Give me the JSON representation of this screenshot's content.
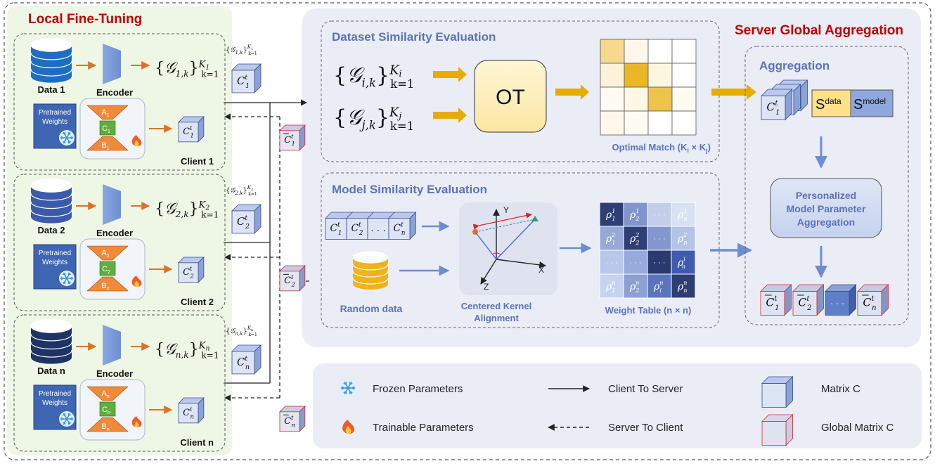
{
  "left_panel": {
    "title": "Local Fine-Tuning",
    "clients": [
      {
        "data_label": "Data 1",
        "encoder_label": "Encoder",
        "weights_label": [
          "Pretrained",
          "Weights"
        ],
        "client_label": "Client 1",
        "sub": "1",
        "lora": {
          "a": "A",
          "c": "C",
          "b": "B",
          "sub": "1"
        },
        "set_sub": "1,k",
        "set_sup": "K",
        "set_sup_sub": "1",
        "matrix_sub": "1"
      },
      {
        "data_label": "Data 2",
        "encoder_label": "Encoder",
        "weights_label": [
          "Pretrained",
          "Weights"
        ],
        "client_label": "Client 2",
        "sub": "2",
        "lora": {
          "a": "A",
          "c": "C",
          "b": "B",
          "sub": "2"
        },
        "set_sub": "2,k",
        "set_sup": "K",
        "set_sup_sub": "2",
        "matrix_sub": "2"
      },
      {
        "data_label": "Data n",
        "encoder_label": "Encoder",
        "weights_label": [
          "Pretrained",
          "Weights"
        ],
        "client_label": "Client n",
        "sub": "n",
        "lora": {
          "a": "A",
          "c": "C",
          "b": "B",
          "sub": "n"
        },
        "set_sub": "n,k",
        "set_sup": "K",
        "set_sup_sub": "n",
        "matrix_sub": "n"
      }
    ]
  },
  "server": {
    "title": "Server Global Aggregation",
    "dataset_eval": {
      "title": "Dataset Similarity Evaluation",
      "set_i": {
        "sub": "i,k",
        "sup": "K",
        "sup_sub": "i"
      },
      "set_j": {
        "sub": "j,k",
        "sup": "K",
        "sup_sub": "j"
      },
      "ot_label": "OT",
      "match_caption": {
        "text": "Optimal Match (K",
        "i": "i",
        "x": " × K",
        "j": "j",
        "end": ")"
      },
      "heat_levels": [
        [
          0.45,
          0.08,
          0.0,
          0.0
        ],
        [
          0.15,
          0.85,
          0.12,
          0.0
        ],
        [
          0.05,
          0.1,
          0.7,
          0.05
        ],
        [
          0.08,
          0.05,
          0.0,
          0.0
        ]
      ]
    },
    "model_eval": {
      "title": "Model Similarity Evaluation",
      "random_data_label": "Random data",
      "cka_label": [
        "Centered Kernel",
        "Alignment"
      ],
      "axes": {
        "x": "X",
        "y": "Y",
        "z": "Z"
      },
      "weight_caption": "Weight Table (n × n)",
      "weight_table": [
        [
          {
            "sup": "1",
            "sub": "1"
          },
          {
            "sup": "1",
            "sub": "2"
          },
          {
            "dots": true
          },
          {
            "sup": "1",
            "sub": "n"
          }
        ],
        [
          {
            "sup": "2",
            "sub": "1"
          },
          {
            "sup": "2",
            "sub": "2"
          },
          {
            "dots": true
          },
          {
            "sup": "2",
            "sub": "n"
          }
        ],
        [
          {
            "dots": true
          },
          {
            "dots": true
          },
          {
            "dots": true
          },
          {
            "sup": "i",
            "sub": "n"
          }
        ],
        [
          {
            "sup": "n",
            "sub": "1"
          },
          {
            "sup": "n",
            "sub": "2"
          },
          {
            "sup": "n",
            "sub": "i"
          },
          {
            "sup": "n",
            "sub": "n"
          }
        ]
      ],
      "weight_shades": [
        [
          "#2e3f75",
          "#7f95cc",
          "#c3cfe9",
          "#d9e2f3"
        ],
        [
          "#97a9d6",
          "#2e3f75",
          "#8498cf",
          "#b3c3e6"
        ],
        [
          "#b9c7e9",
          "#98aadb",
          "#2a3a6e",
          "#3f5bb0"
        ],
        [
          "#c7d3ee",
          "#8ca0d3",
          "#5c74bf",
          "#2d3e73"
        ]
      ]
    },
    "aggregation": {
      "title": "Aggregation",
      "s_data": {
        "s": "S",
        "sub": "data"
      },
      "s_model": {
        "s": "S",
        "sub": "model"
      },
      "personalized_label": [
        "Personalized",
        "Model Parameter",
        "Aggregation"
      ],
      "outputs": [
        "1",
        "2",
        "n"
      ]
    }
  },
  "legend": {
    "frozen": "Frozen Parameters",
    "trainable": "Trainable Parameters",
    "client_to_server": "Client To Server",
    "server_to_client": "Server To Client",
    "matrix_c": "Matrix C",
    "global_matrix_c": "Global Matrix C"
  },
  "colors": {
    "title_red": "#c00000",
    "section_blue": "#5b73b8",
    "client_panel_bg": "#eef6e6",
    "server_panel_bg": "#eaedf6",
    "arrow_orange": "#d9732a",
    "arrow_yellow": "#e6ac00",
    "arrow_blue": "#6d8dd0",
    "lora_orange": "#ef8a3a",
    "lora_green": "#5fae3e",
    "db_blue": "#1f5fb0",
    "ot_fill": "#fdf0c2"
  }
}
